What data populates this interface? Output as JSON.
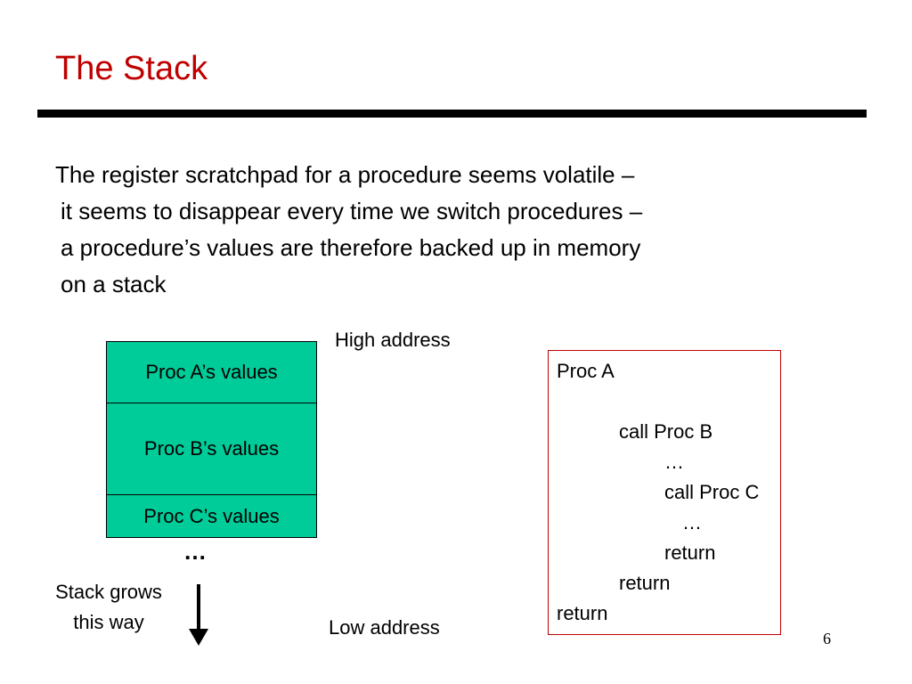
{
  "slide": {
    "title": "The Stack",
    "page_number": "6",
    "title_color": "#c00000",
    "accent_box_color": "#00cc99"
  },
  "body": {
    "lines": [
      "The register scratchpad for a procedure seems volatile –",
      "it seems to disappear every time we switch procedures –",
      "a procedure’s values are therefore backed up in memory",
      "on a stack"
    ]
  },
  "diagram": {
    "high_address": "High address",
    "low_address": "Low address",
    "stack_cells": [
      "Proc A’s  values",
      "Proc B’s  values",
      "Proc C’s  values"
    ],
    "ellipsis": "…",
    "grows_label": [
      "Stack grows",
      "this way"
    ],
    "arrow_icon": "down-arrow-icon"
  },
  "code": {
    "lines": [
      "Proc  A",
      "call  Proc B",
      "…",
      "call Proc C",
      "…",
      "return",
      "return",
      "return"
    ]
  }
}
